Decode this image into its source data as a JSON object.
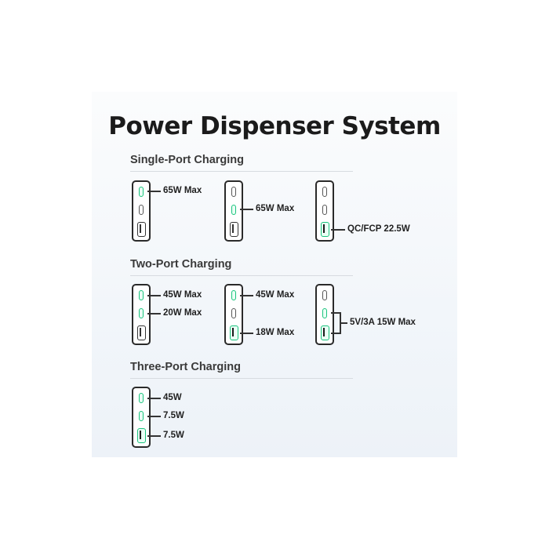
{
  "title": "Power Dispenser System",
  "accent_color": "#19c37d",
  "sections": {
    "single": {
      "heading": "Single-Port Charging",
      "labels": [
        "65W Max",
        "65W Max",
        "QC/FCP 22.5W"
      ]
    },
    "two": {
      "heading": "Two-Port Charging",
      "labels": [
        "45W Max",
        "20W Max",
        "45W Max",
        "18W Max",
        "5V/3A 15W Max"
      ]
    },
    "three": {
      "heading": "Three-Port Charging",
      "labels": [
        "45W",
        "7.5W",
        "7.5W"
      ]
    }
  }
}
